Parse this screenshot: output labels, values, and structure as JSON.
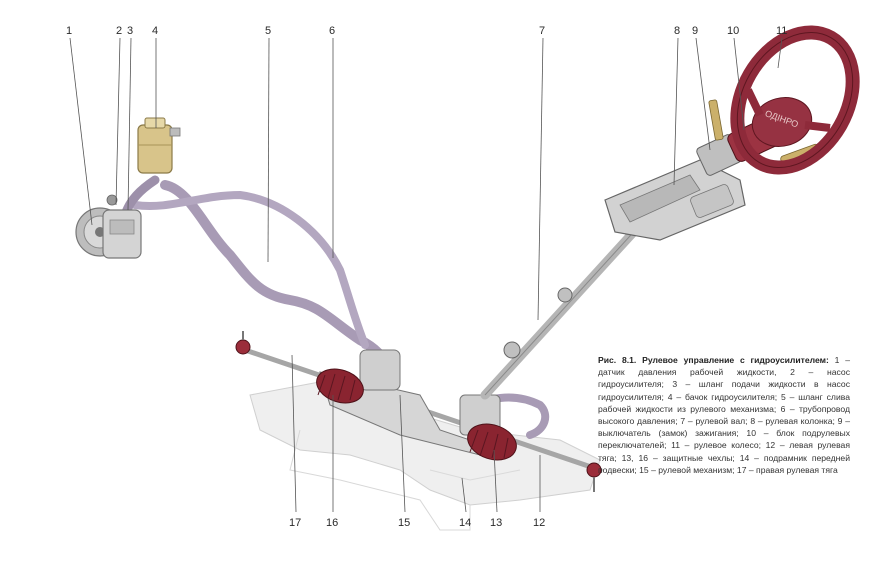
{
  "figure": {
    "caption_title": "Рис. 8.1. Рулевое управление с гидроусилителем:",
    "caption_body": "1 – датчик давления рабочей жидкости, 2 – насос гидроусилителя; 3 – шланг подачи жидкости в насос гидроусилителя; 4 – бачок гидроусилителя; 5 – шланг слива рабочей жидкости из рулевого механизма; 6 – трубопровод высокого давления; 7 – рулевой вал; 8 – рулевая колонка; 9 – выключатель (замок) зажигания; 10 – блок подрулевых переключателей; 11 – рулевое колесо; 12 – левая рулевая тяга; 13, 16 – защитные чехлы; 14 – подрамник передней подвески; 15 – рулевой механизм; 17 – правая рулевая тяга",
    "wheel_text": "ОДIНРО"
  },
  "callouts": [
    {
      "id": "1",
      "label": "1"
    },
    {
      "id": "2",
      "label": "2"
    },
    {
      "id": "3",
      "label": "3"
    },
    {
      "id": "4",
      "label": "4"
    },
    {
      "id": "5",
      "label": "5"
    },
    {
      "id": "6",
      "label": "6"
    },
    {
      "id": "7",
      "label": "7"
    },
    {
      "id": "8",
      "label": "8"
    },
    {
      "id": "9",
      "label": "9"
    },
    {
      "id": "10",
      "label": "10"
    },
    {
      "id": "11",
      "label": "11"
    },
    {
      "id": "12",
      "label": "12"
    },
    {
      "id": "13",
      "label": "13"
    },
    {
      "id": "14",
      "label": "14"
    },
    {
      "id": "15",
      "label": "15"
    },
    {
      "id": "16",
      "label": "16"
    },
    {
      "id": "17",
      "label": "17"
    }
  ],
  "colors": {
    "hose": "#a89bb5",
    "metal": "#c8c8c8",
    "boot": "#8a2430",
    "wheel": "#8e2a3a",
    "reservoir": "#d8c48a",
    "frame": "#eeeeee"
  }
}
